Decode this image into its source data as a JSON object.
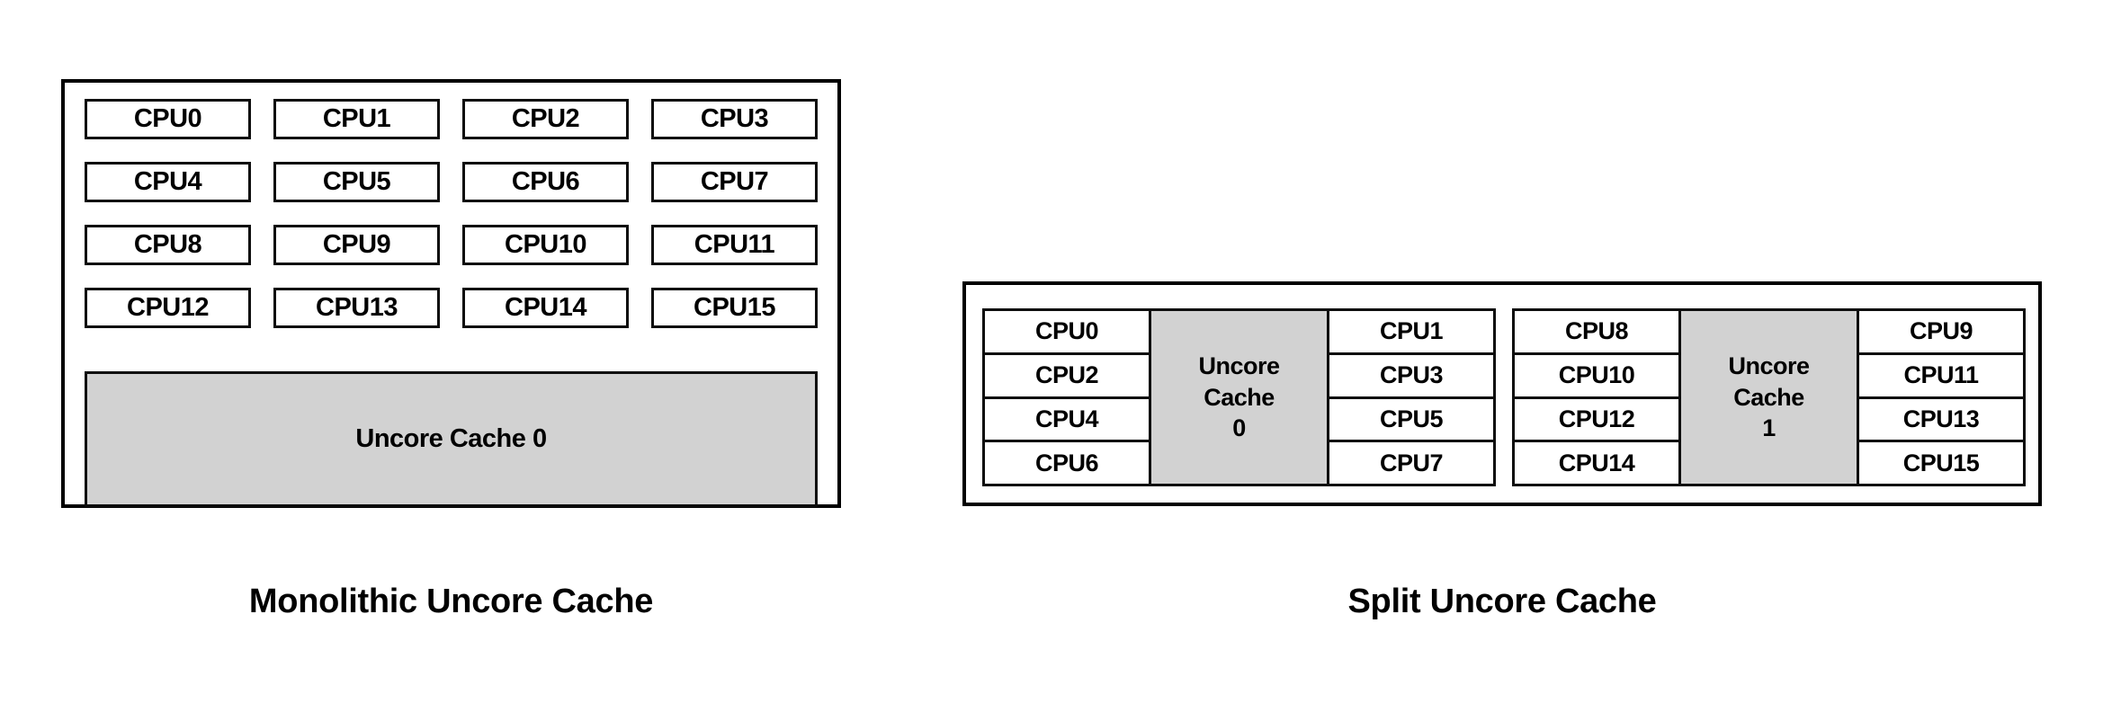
{
  "colors": {
    "cache_fill": "#d2d2d2",
    "border": "#000000",
    "background": "#ffffff",
    "text": "#000000"
  },
  "diagrams": [
    {
      "id": "monolithic",
      "caption": "Monolithic Uncore Cache",
      "cpu_rows": [
        [
          "CPU0",
          "CPU1",
          "CPU2",
          "CPU3"
        ],
        [
          "CPU4",
          "CPU5",
          "CPU6",
          "CPU7"
        ],
        [
          "CPU8",
          "CPU9",
          "CPU10",
          "CPU11"
        ],
        [
          "CPU12",
          "CPU13",
          "CPU14",
          "CPU15"
        ]
      ],
      "cache_label": "Uncore Cache 0"
    },
    {
      "id": "split",
      "caption": "Split Uncore Cache",
      "groups": [
        {
          "left_cpus": [
            "CPU0",
            "CPU2",
            "CPU4",
            "CPU6"
          ],
          "cache_label_lines": [
            "Uncore",
            "Cache",
            "0"
          ],
          "right_cpus": [
            "CPU1",
            "CPU3",
            "CPU5",
            "CPU7"
          ]
        },
        {
          "left_cpus": [
            "CPU8",
            "CPU10",
            "CPU12",
            "CPU14"
          ],
          "cache_label_lines": [
            "Uncore",
            "Cache",
            "1"
          ],
          "right_cpus": [
            "CPU9",
            "CPU11",
            "CPU13",
            "CPU15"
          ]
        }
      ]
    }
  ]
}
